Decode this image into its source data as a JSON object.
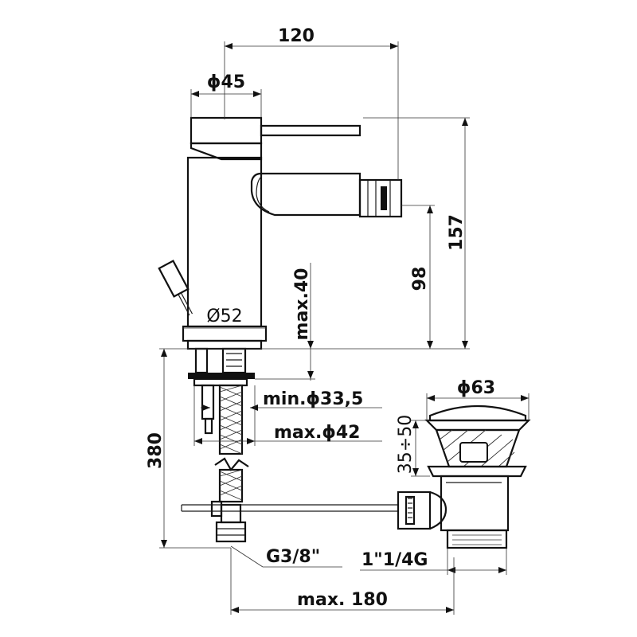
{
  "dimensions": {
    "spout_reach": "120",
    "body_diameter": "ϕ45",
    "overall_height": "157",
    "spout_height": "98",
    "base_diameter": "Ø52",
    "max_deck_thickness": "max.40",
    "min_hole_diameter": "min.ϕ33,5",
    "max_hole_diameter": "max.ϕ42",
    "flexible_length": "380",
    "waste_diameter": "ϕ63",
    "waste_adjust_range": "35÷50",
    "flexible_connection": "G3/8\"",
    "waste_thread": "1\"1/4G",
    "max_rod_reach": "max. 180"
  }
}
